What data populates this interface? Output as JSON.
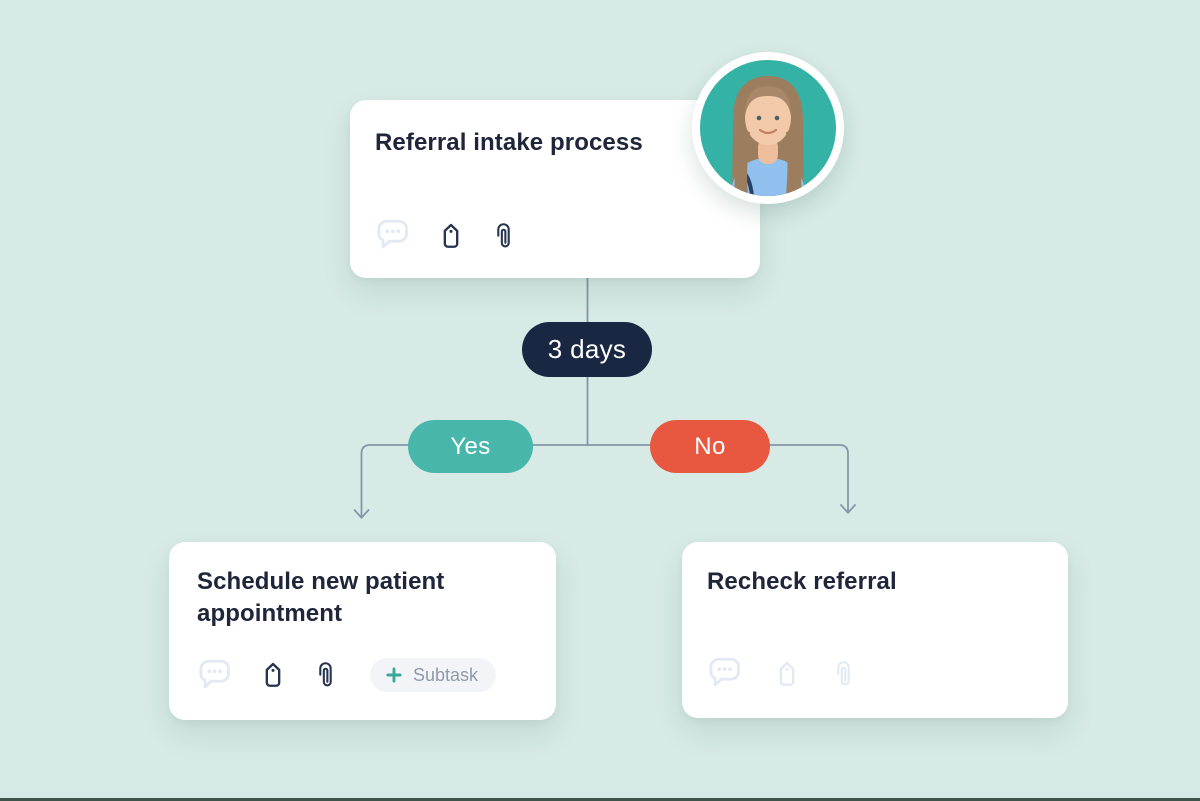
{
  "colors": {
    "bg": "#d7eae5",
    "navy": "#1a2742",
    "teal": "#49b6ab",
    "red": "#e8573f",
    "connector": "#8696a7",
    "title": "#20263a",
    "icon_dark": "#27344d",
    "icon_faded": "#e3e9f3",
    "accent_teal": "#38a996",
    "subtask_bg": "#f2f4f8",
    "subtask_text": "#8e9aaa",
    "bottom_bar": "#3e5349"
  },
  "flow": {
    "root_card": {
      "title": "Referral intake process",
      "icons": [
        "comment-icon",
        "tag-icon",
        "paperclip-icon"
      ],
      "avatar": "assignee-avatar"
    },
    "condition": {
      "label": "3 days"
    },
    "branches": [
      {
        "label": "Yes",
        "target": "Schedule new patient appointment"
      },
      {
        "label": "No",
        "target": "Recheck referral"
      }
    ],
    "yes_card": {
      "title": "Schedule new patient appointment",
      "icons": [
        "comment-icon",
        "tag-icon",
        "paperclip-icon"
      ],
      "subtask_button": {
        "label": "Subtask"
      }
    },
    "no_card": {
      "title": "Recheck referral",
      "icons": [
        "comment-icon",
        "tag-icon",
        "paperclip-icon"
      ]
    }
  }
}
